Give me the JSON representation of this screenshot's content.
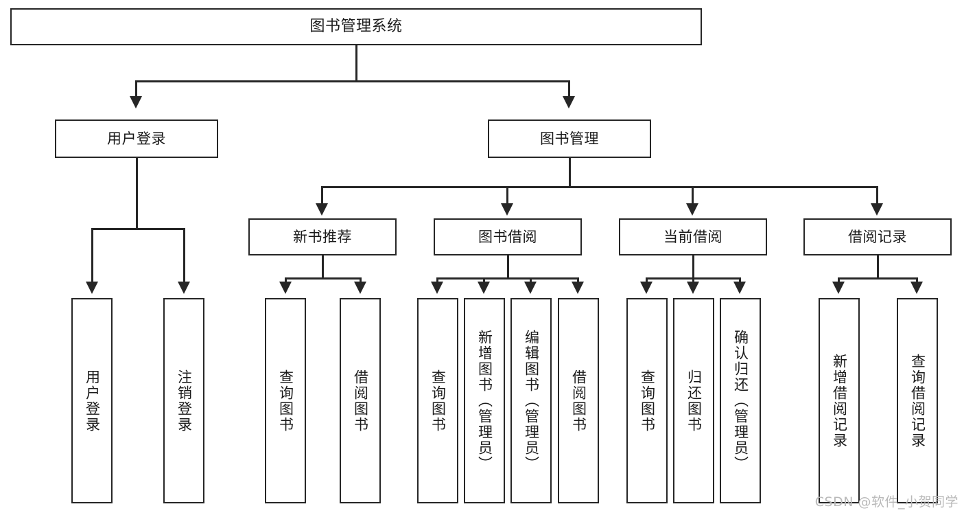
{
  "diagram": {
    "title": "图书管理系统",
    "type": "tree",
    "watermark": "CSDN @软件_小贺同学",
    "colors": {
      "box_border": "#262626",
      "box_fill": "#ffffff",
      "connector": "#262626",
      "text": "#1a1a1a",
      "watermark": "#b9b9b9",
      "background": "#ffffff"
    },
    "root": {
      "label": "图书管理系统"
    },
    "level2": [
      {
        "label": "用户登录"
      },
      {
        "label": "图书管理"
      }
    ],
    "level3": [
      {
        "label": "新书推荐"
      },
      {
        "label": "图书借阅"
      },
      {
        "label": "当前借阅"
      },
      {
        "label": "借阅记录"
      }
    ],
    "leaves": {
      "user_login": [
        {
          "label": "用户登录"
        },
        {
          "label": "注销登录"
        }
      ],
      "new_book": [
        {
          "label": "查询图书"
        },
        {
          "label": "借阅图书"
        }
      ],
      "book_borrow": [
        {
          "label": "查询图书"
        },
        {
          "label": "新增图书（管理员）"
        },
        {
          "label": "编辑图书（管理员）"
        },
        {
          "label": "借阅图书"
        }
      ],
      "current_borrow": [
        {
          "label": "查询图书"
        },
        {
          "label": "归还图书"
        },
        {
          "label": "确认归还（管理员）"
        }
      ],
      "borrow_record": [
        {
          "label": "新增借阅记录"
        },
        {
          "label": "查询借阅记录"
        }
      ]
    }
  }
}
